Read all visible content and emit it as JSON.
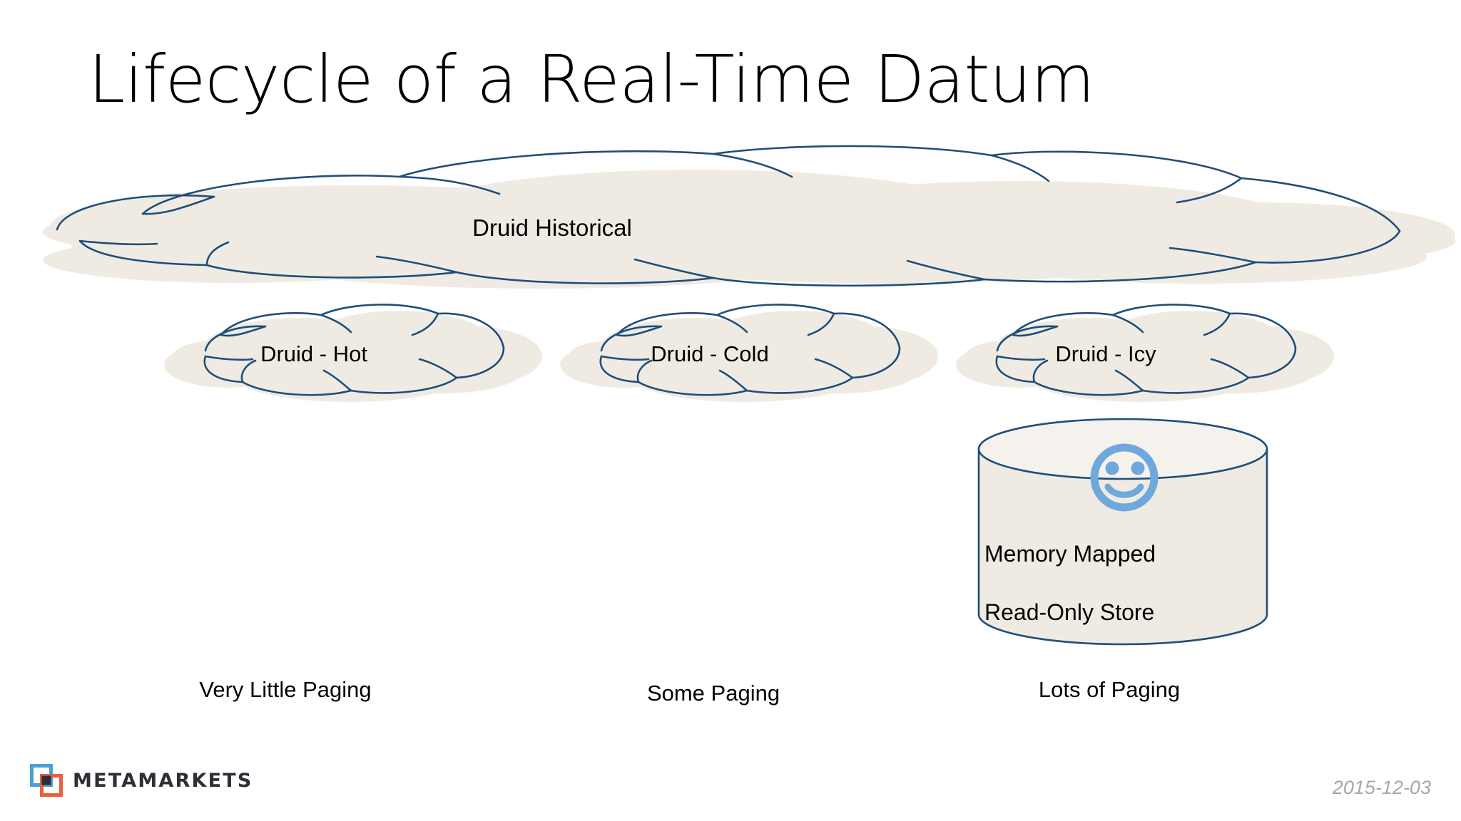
{
  "slide": {
    "title": "Lifecycle of a Real-Time Datum",
    "background_color": "#ffffff",
    "title_color": "#000000"
  },
  "theme": {
    "cloud_fill": "#efebe3",
    "cloud_stroke": "#1f4e79",
    "cylinder_fill": "#efebe3",
    "cylinder_top_fill": "#f4f1ec",
    "cylinder_stroke": "#1f4e79",
    "smiley_color": "#6fa8dc",
    "text_color": "#000000",
    "date_color": "#a7a7a7"
  },
  "shapes": {
    "historical_cloud": {
      "label": "Druid Historical",
      "kind": "cloud"
    },
    "tier_clouds": [
      {
        "label": "Druid - Hot",
        "kind": "cloud"
      },
      {
        "label": "Druid - Cold",
        "kind": "cloud"
      },
      {
        "label": "Druid - Icy",
        "kind": "cloud"
      }
    ],
    "cylinder": {
      "label_line_1": "Memory Mapped",
      "label_line_2": "Read-Only Store",
      "kind": "cylinder",
      "icon": "smiley-face-icon"
    }
  },
  "captions": [
    {
      "text": "Very Little Paging"
    },
    {
      "text": "Some Paging"
    },
    {
      "text": "Lots of Paging"
    }
  ],
  "footer": {
    "logo_text": "METAMARKETS",
    "logo_icon": "metamarkets-squares-logo-icon",
    "logo_blue": "#4a9fd4",
    "logo_orange": "#e8603c",
    "date": "2015-12-03"
  }
}
